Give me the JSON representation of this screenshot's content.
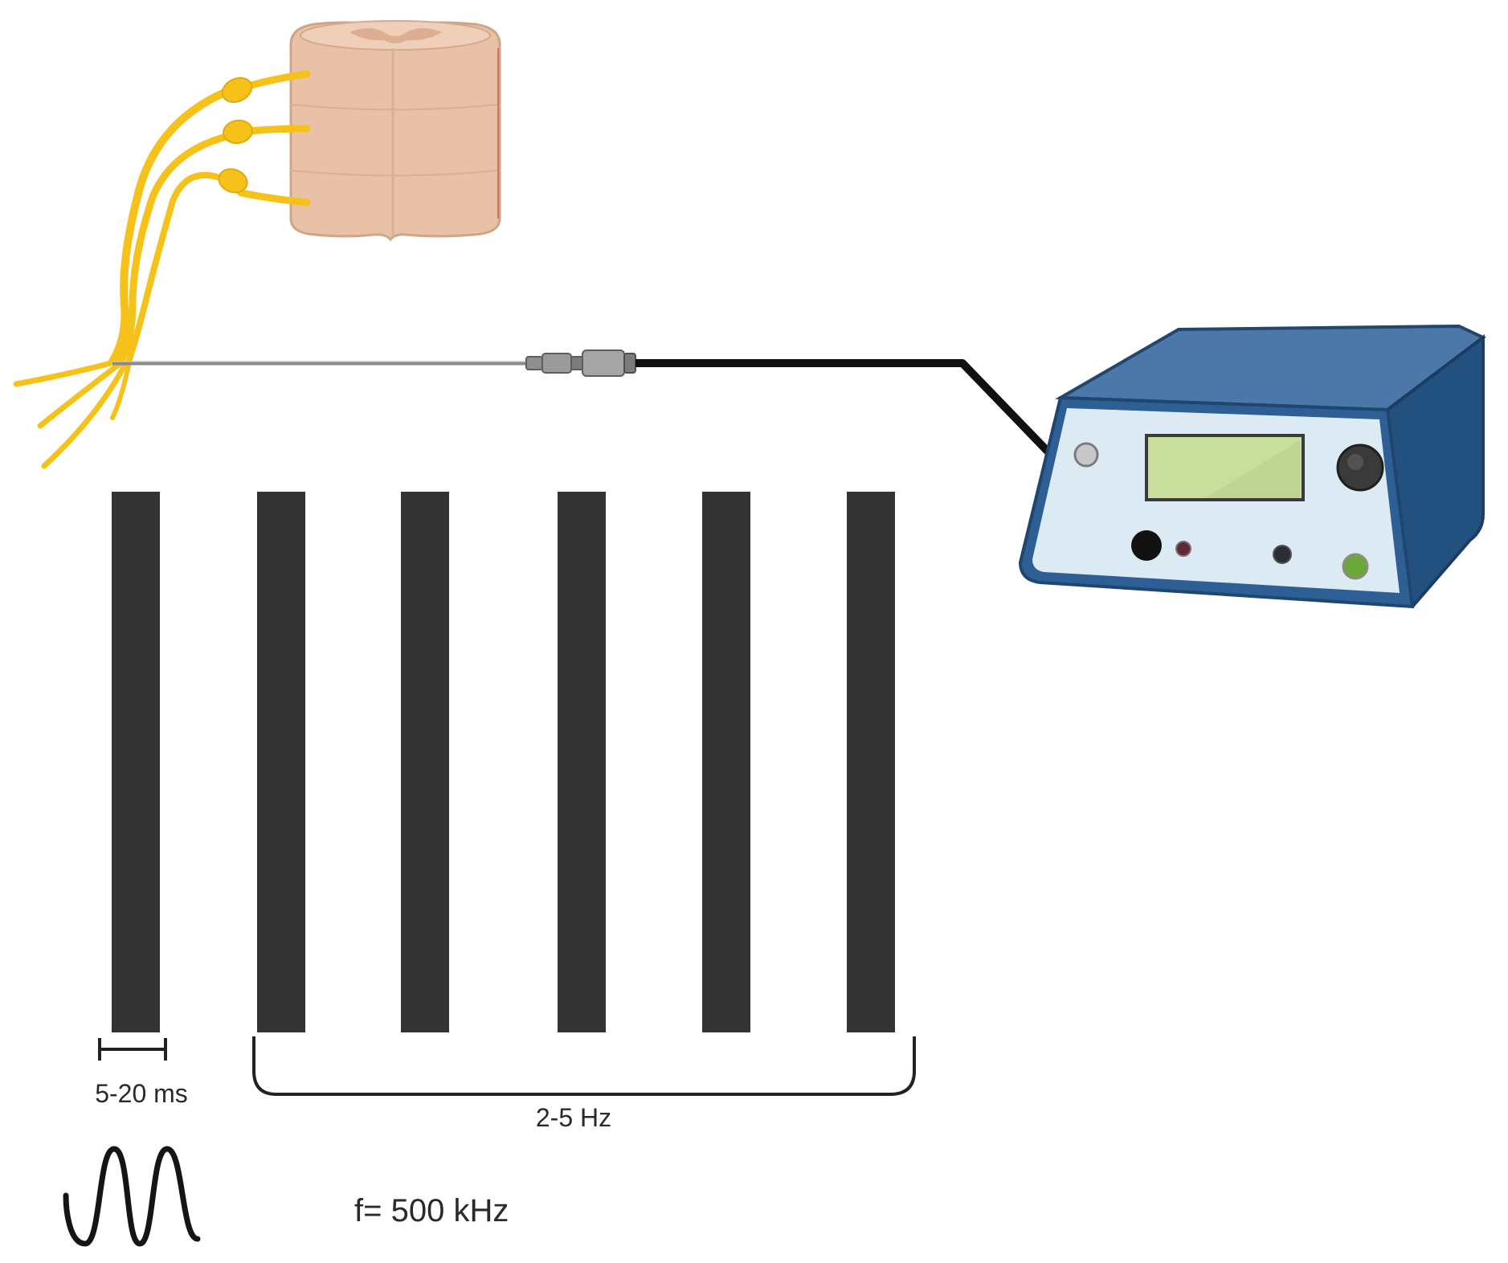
{
  "labels": {
    "pulse_width": "5-20 ms",
    "pulse_rate": "2-5 Hz",
    "frequency": "f= 500 kHz"
  },
  "icons": {
    "spinal_cord": "spinal-cord-section-icon",
    "nerve": "dorsal-root-ganglion-nerve-icon",
    "probe": "radiofrequency-needle-probe-icon",
    "generator": "rf-generator-device-icon",
    "waveform": "sine-wave-icon"
  },
  "pulses": {
    "count": 6
  },
  "colors": {
    "pulse": "#333333",
    "nerve": "#f6c21a",
    "spinal_cord": "#e8c1a6",
    "generator_body": "#2d5f94",
    "generator_panel": "#dcebf3",
    "display": "#c9dd9d",
    "cable": "#111111"
  }
}
